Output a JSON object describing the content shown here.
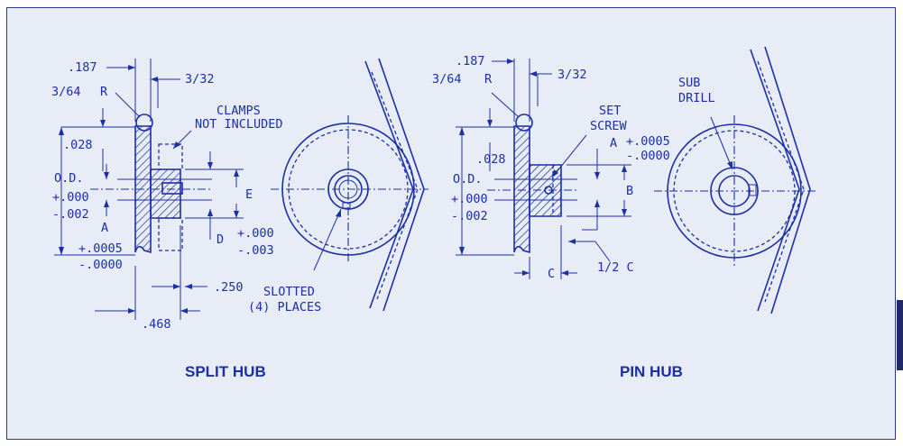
{
  "split_hub": {
    "caption": "SPLIT HUB",
    "dim_187": ".187",
    "dim_3_32": "3/32",
    "dim_3_64": "3/64",
    "radius_r": "R",
    "clamps_note_1": "CLAMPS",
    "clamps_note_2": "NOT INCLUDED",
    "dim_028": ".028",
    "od": "O.D.",
    "tol_plus_000": "+.000",
    "tol_minus_002": "-.002",
    "label_a": "A",
    "label_e": "E",
    "label_d": "D",
    "tol_d_plus": "+.000",
    "tol_d_minus": "-.003",
    "tol_a_plus": "+.0005",
    "tol_a_minus": "-.0000",
    "dim_250": ".250",
    "dim_468": ".468",
    "slotted_1": "SLOTTED",
    "slotted_2": "(4) PLACES"
  },
  "pin_hub": {
    "caption": "PIN HUB",
    "dim_187": ".187",
    "dim_3_32": "3/32",
    "dim_3_64": "3/64",
    "radius_r": "R",
    "set_screw_1": "SET",
    "set_screw_2": "SCREW",
    "label_a": "A",
    "tol_a_plus": "+.0005",
    "tol_a_minus": "-.0000",
    "dim_028": ".028",
    "od": "O.D.",
    "tol_plus_000": "+.000",
    "tol_minus_002": "-.002",
    "label_b": "B",
    "label_c": "C",
    "half_c": "1/2 C",
    "sub_drill_1": "SUB",
    "sub_drill_2": "DRILL"
  },
  "colors": {
    "ink": "#1b2fa6",
    "panel_bg": "#e8ecf7",
    "panel_border": "#2b3a8c"
  }
}
